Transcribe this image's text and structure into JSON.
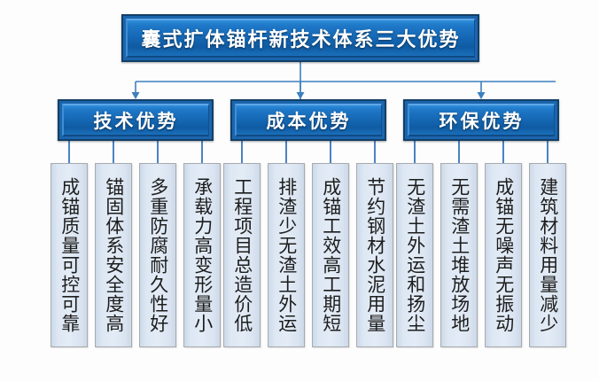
{
  "diagram": {
    "root": {
      "label": "囊式扩体锚杆新技术体系三大优势"
    },
    "branches": [
      {
        "label": "技术优势",
        "leaves": [
          {
            "label": "成锚质量可控可靠"
          },
          {
            "label": "锚固体系安全度高"
          },
          {
            "label": "多重防腐耐久性好"
          },
          {
            "label": "承载力高变形量小"
          }
        ]
      },
      {
        "label": "成本优势",
        "leaves": [
          {
            "label": "工程项目总造价低"
          },
          {
            "label": "排渣少无渣土外运"
          },
          {
            "label": "成锚工效高工期短"
          },
          {
            "label": "节约钢材水泥用量"
          }
        ]
      },
      {
        "label": "环保优势",
        "leaves": [
          {
            "label": "无渣土外运和扬尘"
          },
          {
            "label": "无需渣土堆放场地"
          },
          {
            "label": "成锚无噪声无振动"
          },
          {
            "label": "建筑材料用量减少"
          }
        ]
      }
    ],
    "colors": {
      "box_fill": "#1466b2",
      "box_border": "#123f66",
      "box_highlight": "#2f8fdc",
      "leaf_fill": "#e3ecf6",
      "leaf_border": "#a7aaae",
      "connector": "#3d7fbf",
      "text_on_blue": "#ffffff",
      "text_on_leaf": "#1d1d1d",
      "background": "#fdfdfd"
    }
  }
}
